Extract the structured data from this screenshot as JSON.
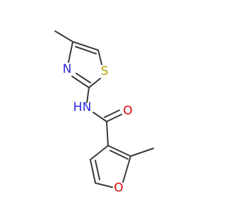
{
  "molecule": {
    "atoms": {
      "S": {
        "label": "S",
        "color": "#b8a000"
      },
      "N_ring": {
        "label": "N",
        "color": "#2b2bdc"
      },
      "NH": {
        "label": "H",
        "color": "#2b2bdc"
      },
      "NH_N": {
        "label": "N",
        "color": "#2b2bdc"
      },
      "O_carbonyl": {
        "label": "O",
        "color": "#e00000"
      },
      "O_furan": {
        "label": "O",
        "color": "#e00000"
      }
    },
    "bond_color": "#3a3a3a"
  }
}
